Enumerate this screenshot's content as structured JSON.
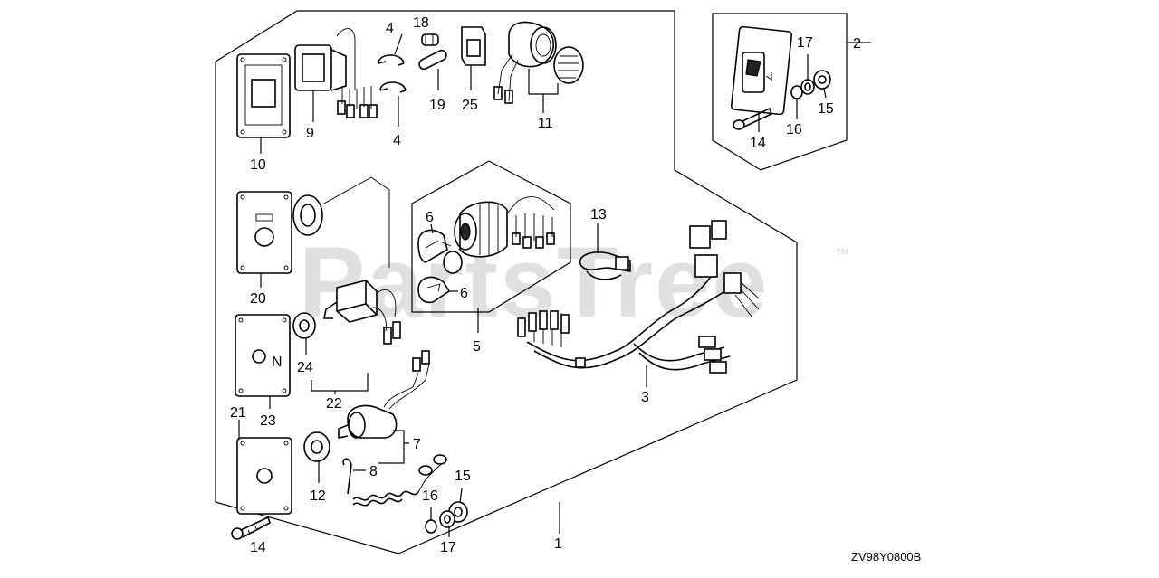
{
  "watermark": {
    "text": "PartsTree",
    "trademark": "™"
  },
  "diagram_code": "ZV98Y0800B",
  "callouts": {
    "c1": "1",
    "c2": "2",
    "c3": "3",
    "c4a": "4",
    "c4b": "4",
    "c5": "5",
    "c6a": "6",
    "c6b": "6",
    "c7": "7",
    "c8": "8",
    "c9": "9",
    "c10": "10",
    "c11": "11",
    "c12": "12",
    "c13": "13",
    "c14a": "14",
    "c14b": "14",
    "c15a": "15",
    "c15b": "15",
    "c16a": "16",
    "c16b": "16",
    "c17a": "17",
    "c17b": "17",
    "c18": "18",
    "c19": "19",
    "c20": "20",
    "c21": "21",
    "c22": "22",
    "c23": "23",
    "c24": "24",
    "c25": "25"
  },
  "panel_markings": {
    "n_letter": "N"
  }
}
